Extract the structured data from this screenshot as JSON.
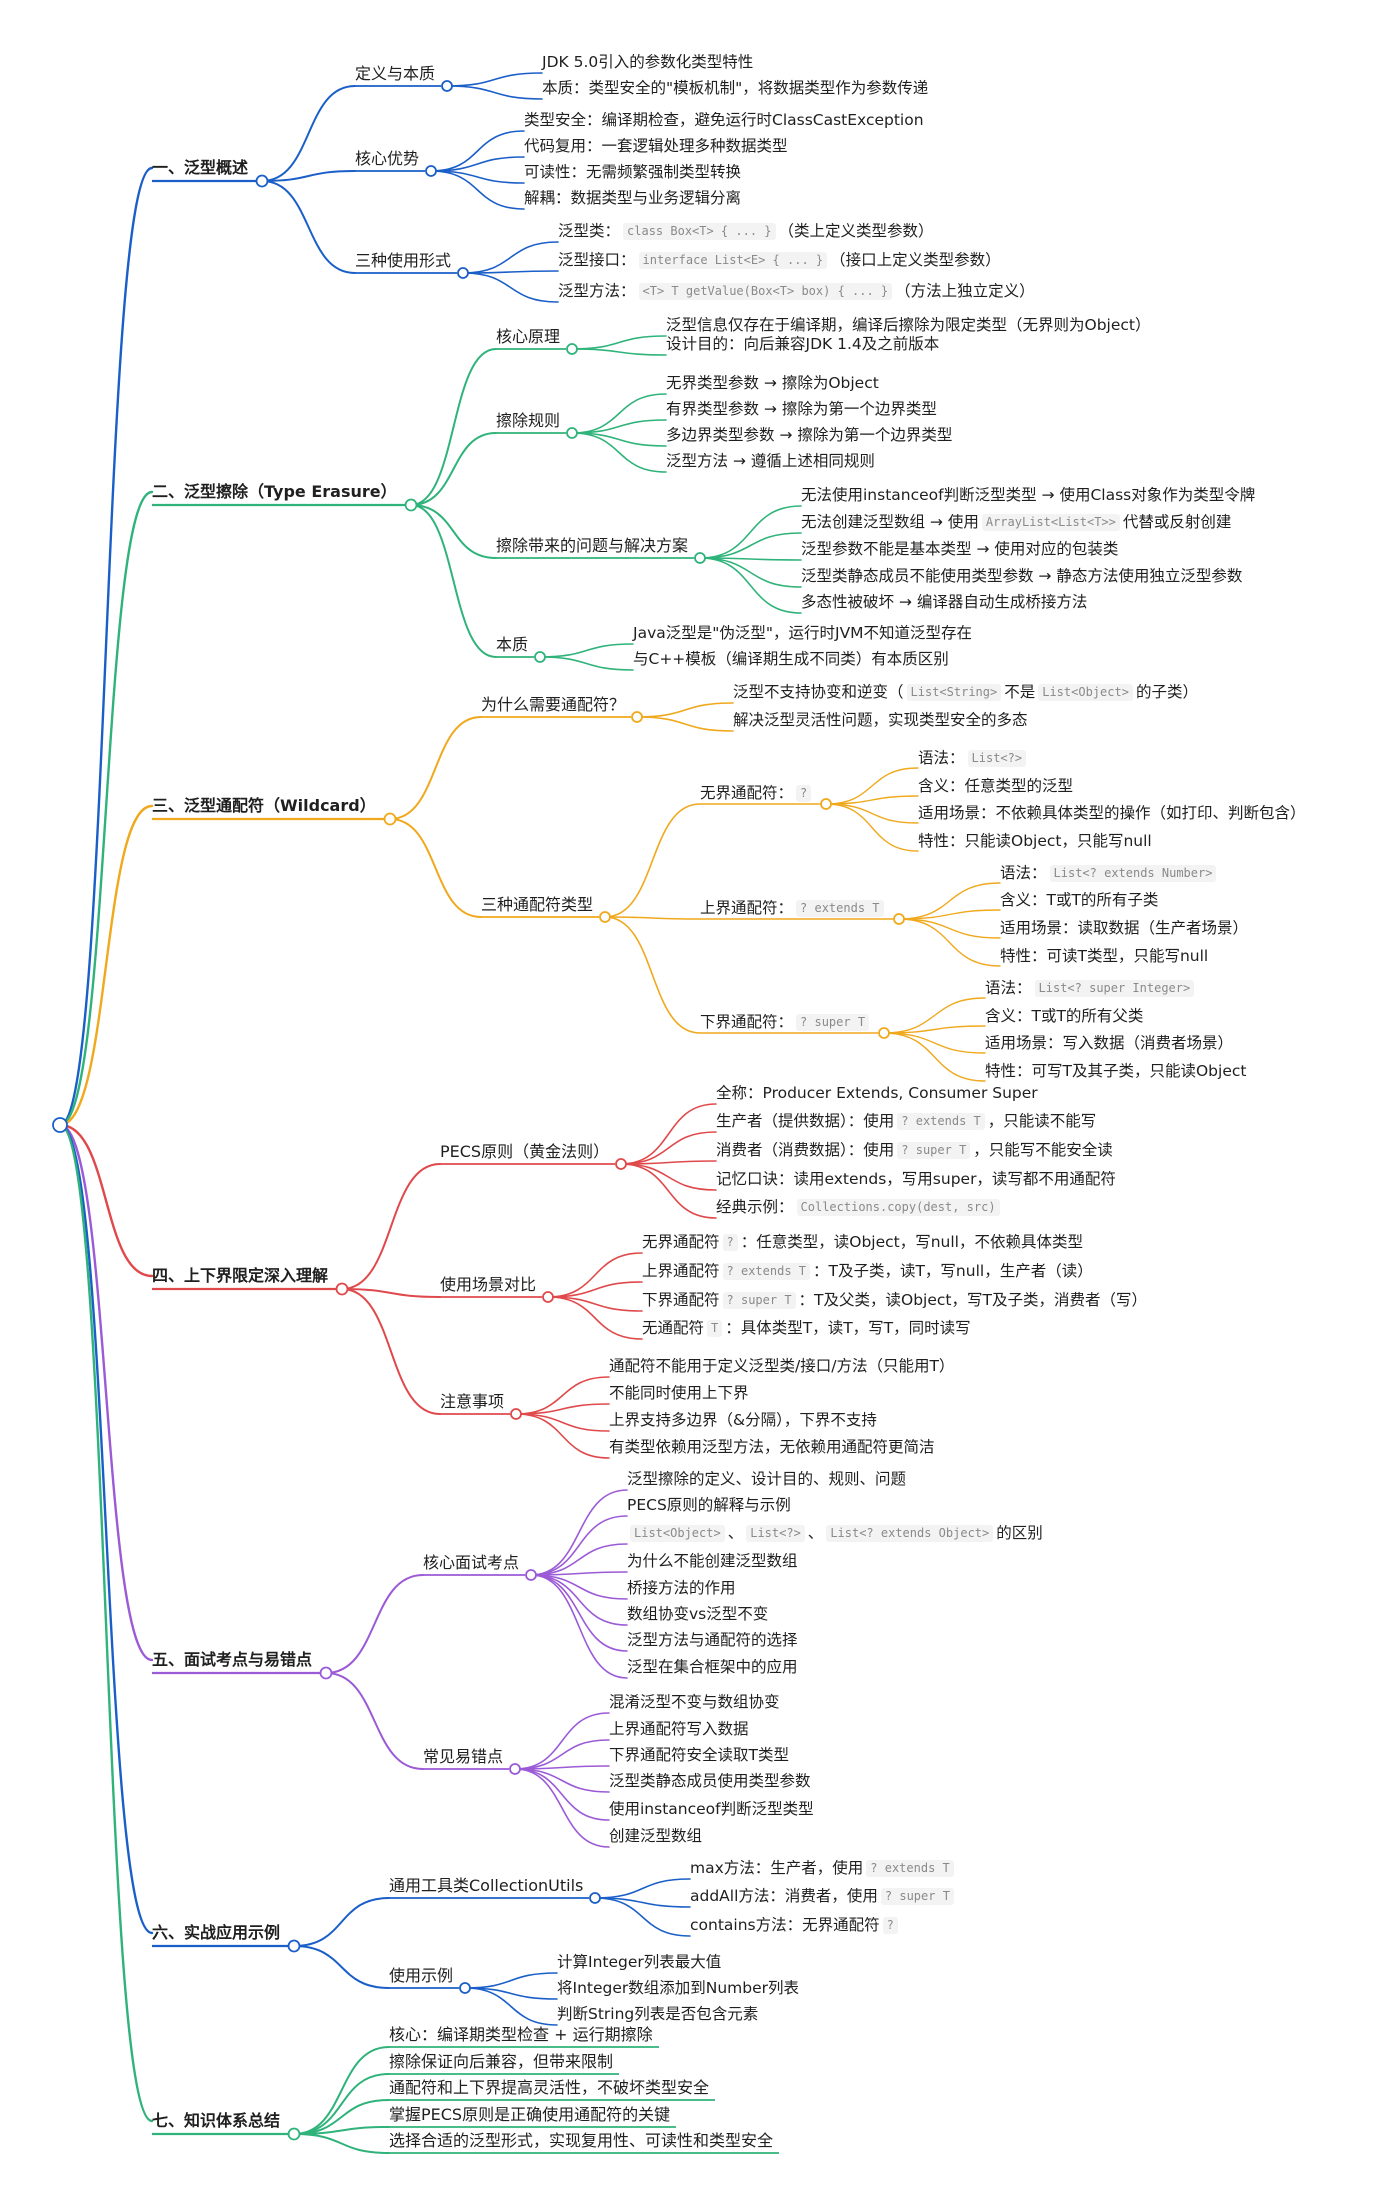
{
  "colors": {
    "root": "#1a5fc8",
    "branch1": "#1a5fc8",
    "branch2": "#2fb37a",
    "branch3": "#f0a81c",
    "branch4": "#e0494b",
    "branch5": "#9b5ad6",
    "branch6": "#1a5fc8",
    "branch7": "#2fb37a"
  },
  "branches": [
    {
      "label": "一、泛型概述",
      "children": [
        {
          "label": "定义与本质",
          "children": [
            {
              "parts": [
                "JDK 5.0引入的参数化类型特性"
              ]
            },
            {
              "parts": [
                "本质：类型安全的\"模板机制\"，将数据类型作为参数传递"
              ]
            }
          ]
        },
        {
          "label": "核心优势",
          "children": [
            {
              "parts": [
                "类型安全：编译期检查，避免运行时ClassCastException"
              ]
            },
            {
              "parts": [
                "代码复用：一套逻辑处理多种数据类型"
              ]
            },
            {
              "parts": [
                "可读性：无需频繁强制类型转换"
              ]
            },
            {
              "parts": [
                "解耦：数据类型与业务逻辑分离"
              ]
            }
          ]
        },
        {
          "label": "三种使用形式",
          "children": [
            {
              "parts": [
                "泛型类：",
                {
                  "code": "class Box<T> { ... }"
                },
                "（类上定义类型参数）"
              ]
            },
            {
              "parts": [
                "泛型接口：",
                {
                  "code": "interface List<E> { ... }"
                },
                "（接口上定义类型参数）"
              ]
            },
            {
              "parts": [
                "泛型方法：",
                {
                  "code": "<T> T getValue(Box<T> box) { ... }"
                },
                "（方法上独立定义）"
              ]
            }
          ]
        }
      ]
    },
    {
      "label": "二、泛型擦除（Type Erasure）",
      "children": [
        {
          "label": "核心原理",
          "children": [
            {
              "parts": [
                "泛型信息仅存在于编译期，编译后擦除为限定类型（无界则为Object）"
              ]
            },
            {
              "parts": [
                "设计目的：向后兼容JDK 1.4及之前版本"
              ]
            }
          ]
        },
        {
          "label": "擦除规则",
          "children": [
            {
              "parts": [
                "无界类型参数 → 擦除为Object"
              ]
            },
            {
              "parts": [
                "有界类型参数 → 擦除为第一个边界类型"
              ]
            },
            {
              "parts": [
                "多边界类型参数 → 擦除为第一个边界类型"
              ]
            },
            {
              "parts": [
                "泛型方法 → 遵循上述相同规则"
              ]
            }
          ]
        },
        {
          "label": "擦除带来的问题与解决方案",
          "children": [
            {
              "parts": [
                "无法使用instanceof判断泛型类型 → 使用Class对象作为类型令牌"
              ]
            },
            {
              "parts": [
                "无法创建泛型数组 → 使用",
                {
                  "code": "ArrayList<List<T>>"
                },
                "代替或反射创建"
              ]
            },
            {
              "parts": [
                "泛型参数不能是基本类型 → 使用对应的包装类"
              ]
            },
            {
              "parts": [
                "泛型类静态成员不能使用类型参数 → 静态方法使用独立泛型参数"
              ]
            },
            {
              "parts": [
                "多态性被破坏 → 编译器自动生成桥接方法"
              ]
            }
          ]
        },
        {
          "label": "本质",
          "children": [
            {
              "parts": [
                "Java泛型是\"伪泛型\"，运行时JVM不知道泛型存在"
              ]
            },
            {
              "parts": [
                "与C++模板（编译期生成不同类）有本质区别"
              ]
            }
          ]
        }
      ]
    },
    {
      "label": "三、泛型通配符（Wildcard）",
      "children": [
        {
          "label": "为什么需要通配符？",
          "children": [
            {
              "parts": [
                "泛型不支持协变和逆变（",
                {
                  "code": "List<String>"
                },
                "不是",
                {
                  "code": "List<Object>"
                },
                "的子类）"
              ]
            },
            {
              "parts": [
                "解决泛型灵活性问题，实现类型安全的多态"
              ]
            }
          ]
        },
        {
          "label": "三种通配符类型",
          "children": [
            {
              "parts": [
                "无界通配符：",
                {
                  "code": "?"
                }
              ],
              "children": [
                {
                  "parts": [
                    "语法：",
                    {
                      "code": "List<?>"
                    }
                  ]
                },
                {
                  "parts": [
                    "含义：任意类型的泛型"
                  ]
                },
                {
                  "parts": [
                    "适用场景：不依赖具体类型的操作（如打印、判断包含）"
                  ]
                },
                {
                  "parts": [
                    "特性：只能读Object，只能写null"
                  ]
                }
              ]
            },
            {
              "parts": [
                "上界通配符：",
                {
                  "code": "? extends T"
                }
              ],
              "children": [
                {
                  "parts": [
                    "语法：",
                    {
                      "code": "List<? extends Number>"
                    }
                  ]
                },
                {
                  "parts": [
                    "含义：T或T的所有子类"
                  ]
                },
                {
                  "parts": [
                    "适用场景：读取数据（生产者场景）"
                  ]
                },
                {
                  "parts": [
                    "特性：可读T类型，只能写null"
                  ]
                }
              ]
            },
            {
              "parts": [
                "下界通配符：",
                {
                  "code": "? super T"
                }
              ],
              "children": [
                {
                  "parts": [
                    "语法：",
                    {
                      "code": "List<? super Integer>"
                    }
                  ]
                },
                {
                  "parts": [
                    "含义：T或T的所有父类"
                  ]
                },
                {
                  "parts": [
                    "适用场景：写入数据（消费者场景）"
                  ]
                },
                {
                  "parts": [
                    "特性：可写T及其子类，只能读Object"
                  ]
                }
              ]
            }
          ]
        }
      ]
    },
    {
      "label": "四、上下界限定深入理解",
      "children": [
        {
          "label": "PECS原则（黄金法则）",
          "children": [
            {
              "parts": [
                "全称：Producer Extends, Consumer Super"
              ]
            },
            {
              "parts": [
                "生产者（提供数据）：使用",
                {
                  "code": "? extends T"
                },
                "，只能读不能写"
              ]
            },
            {
              "parts": [
                "消费者（消费数据）：使用",
                {
                  "code": "? super T"
                },
                "，只能写不能安全读"
              ]
            },
            {
              "parts": [
                "记忆口诀：读用extends，写用super，读写都不用通配符"
              ]
            },
            {
              "parts": [
                "经典示例：",
                {
                  "code": "Collections.copy(dest, src)"
                }
              ]
            }
          ]
        },
        {
          "label": "使用场景对比",
          "children": [
            {
              "parts": [
                "无界通配符",
                {
                  "code": "?"
                },
                "：任意类型，读Object，写null，不依赖具体类型"
              ]
            },
            {
              "parts": [
                "上界通配符",
                {
                  "code": "? extends T"
                },
                "：T及子类，读T，写null，生产者（读）"
              ]
            },
            {
              "parts": [
                "下界通配符",
                {
                  "code": "? super T"
                },
                "：T及父类，读Object，写T及子类，消费者（写）"
              ]
            },
            {
              "parts": [
                "无通配符",
                {
                  "code": "T"
                },
                "：具体类型T，读T，写T，同时读写"
              ]
            }
          ]
        },
        {
          "label": "注意事项",
          "children": [
            {
              "parts": [
                "通配符不能用于定义泛型类/接口/方法（只能用T）"
              ]
            },
            {
              "parts": [
                "不能同时使用上下界"
              ]
            },
            {
              "parts": [
                "上界支持多边界（&分隔），下界不支持"
              ]
            },
            {
              "parts": [
                "有类型依赖用泛型方法，无依赖用通配符更简洁"
              ]
            }
          ]
        }
      ]
    },
    {
      "label": "五、面试考点与易错点",
      "children": [
        {
          "label": "核心面试考点",
          "children": [
            {
              "parts": [
                "泛型擦除的定义、设计目的、规则、问题"
              ]
            },
            {
              "parts": [
                "PECS原则的解释与示例"
              ]
            },
            {
              "parts": [
                {
                  "code": "List<Object>"
                },
                "、",
                {
                  "code": "List<?>"
                },
                "、",
                {
                  "code": "List<? extends Object>"
                },
                "的区别"
              ]
            },
            {
              "parts": [
                "为什么不能创建泛型数组"
              ]
            },
            {
              "parts": [
                "桥接方法的作用"
              ]
            },
            {
              "parts": [
                "数组协变vs泛型不变"
              ]
            },
            {
              "parts": [
                "泛型方法与通配符的选择"
              ]
            },
            {
              "parts": [
                "泛型在集合框架中的应用"
              ]
            }
          ]
        },
        {
          "label": "常见易错点",
          "children": [
            {
              "parts": [
                "混淆泛型不变与数组协变"
              ]
            },
            {
              "parts": [
                "上界通配符写入数据"
              ]
            },
            {
              "parts": [
                "下界通配符安全读取T类型"
              ]
            },
            {
              "parts": [
                "泛型类静态成员使用类型参数"
              ]
            },
            {
              "parts": [
                "使用instanceof判断泛型类型"
              ]
            },
            {
              "parts": [
                "创建泛型数组"
              ]
            }
          ]
        }
      ]
    },
    {
      "label": "六、实战应用示例",
      "children": [
        {
          "label": "通用工具类CollectionUtils",
          "children": [
            {
              "parts": [
                "max方法：生产者，使用",
                {
                  "code": "? extends T"
                }
              ]
            },
            {
              "parts": [
                "addAll方法：消费者，使用",
                {
                  "code": "? super T"
                }
              ]
            },
            {
              "parts": [
                "contains方法：无界通配符",
                {
                  "code": "?"
                }
              ]
            }
          ]
        },
        {
          "label": "使用示例",
          "children": [
            {
              "parts": [
                "计算Integer列表最大值"
              ]
            },
            {
              "parts": [
                "将Integer数组添加到Number列表"
              ]
            },
            {
              "parts": [
                "判断String列表是否包含元素"
              ]
            }
          ]
        }
      ]
    },
    {
      "label": "七、知识体系总结",
      "children": [
        {
          "label": "核心：编译期类型检查 + 运行期擦除"
        },
        {
          "label": "擦除保证向后兼容，但带来限制"
        },
        {
          "label": "通配符和上下界提高灵活性，不破坏类型安全"
        },
        {
          "label": "掌握PECS原则是正确使用通配符的关键"
        },
        {
          "label": "选择合适的泛型形式，实现复用性、可读性和类型安全"
        }
      ]
    }
  ]
}
